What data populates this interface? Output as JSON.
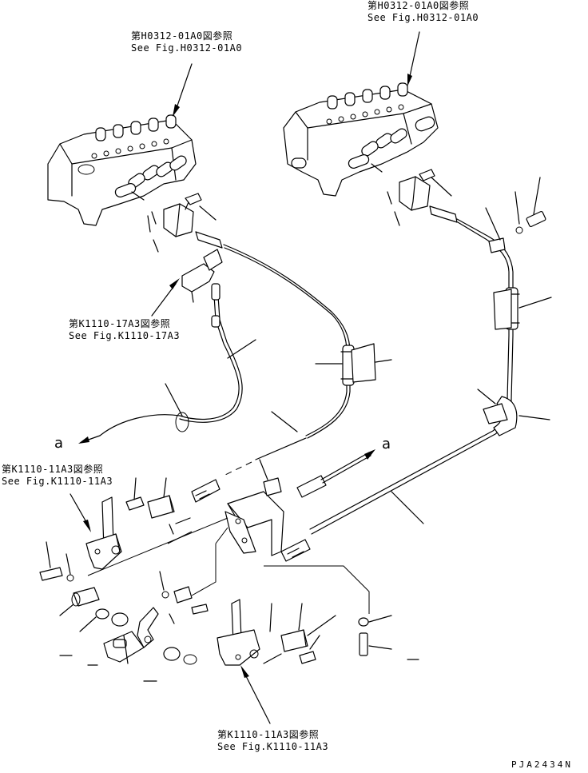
{
  "references": [
    {
      "id": "ref-h0312-left",
      "jp": "第H0312-01A0図参照",
      "en": "See Fig.H0312-01A0"
    },
    {
      "id": "ref-h0312-right",
      "jp": "第H0312-01A0図参照",
      "en": "See Fig.H0312-01A0"
    },
    {
      "id": "ref-k1110-17a3",
      "jp": "第K1110-17A3図参照",
      "en": "See Fig.K1110-17A3"
    },
    {
      "id": "ref-k1110-11a3-left",
      "jp": "第K1110-11A3図参照",
      "en": "See Fig.K1110-11A3"
    },
    {
      "id": "ref-k1110-11a3-bottom",
      "jp": "第K1110-11A3図参照",
      "en": "See Fig.K1110-11A3"
    }
  ],
  "connection_markers": {
    "left": "a",
    "right": "a"
  },
  "drawing_code": "PJA2434N",
  "colors": {
    "ink": "#000000",
    "paper": "#ffffff"
  }
}
